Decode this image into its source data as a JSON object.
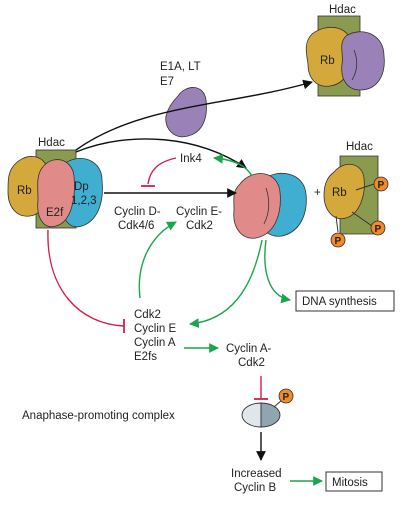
{
  "labels": {
    "hdac_top": "Hdac",
    "rb_top": "Rb",
    "e1a_line1": "E1A, LT",
    "e1a_line2": "E7",
    "hdac_left": "Hdac",
    "rb_left": "Rb",
    "e2f": "E2f",
    "dp_line1": "Dp",
    "dp_line2": "1,2,3",
    "ink4": "Ink4",
    "cyclin_d_line1": "Cyclin D-",
    "cyclin_d_line2": "Cdk4/6",
    "cyclin_e_line1": "Cyclin E-",
    "cyclin_e_line2": "Cdk2",
    "plus": "+",
    "hdac_right": "Hdac",
    "rb_right": "Rb",
    "phospho": "P",
    "dna_synthesis": "DNA synthesis",
    "targets_line1": "Cdk2",
    "targets_line2": "Cyclin E",
    "targets_line3": "Cyclin A",
    "targets_line4": "E2fs",
    "cyclin_a_line1": "Cyclin A-",
    "cyclin_a_line2": "Cdk2",
    "apc": "Anaphase-promoting complex",
    "increased_line1": "Increased",
    "increased_line2": "Cyclin B",
    "mitosis": "Mitosis"
  },
  "colors": {
    "hdac": "#8a9a4e",
    "rb": "#d4a83a",
    "e2f": "#e08a8a",
    "dp": "#3faed0",
    "viral": "#9a82b8",
    "phospho": "#f08a2a",
    "activation": "#1aa64a",
    "inhibition": "#d0204a",
    "apc_light": "#dfe7ea",
    "apc_dark": "#8fa6b0"
  },
  "icons": [
    "arrow-head-icon",
    "inhibition-bar-icon",
    "phosphate-icon"
  ]
}
